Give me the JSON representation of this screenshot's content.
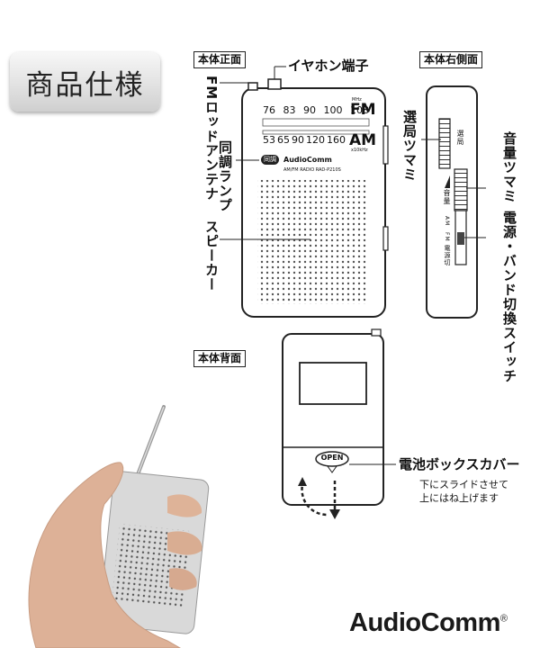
{
  "header": {
    "title": "商品仕様"
  },
  "sections": {
    "front": "本体正面",
    "right_side": "本体右側面",
    "back": "本体背面"
  },
  "callouts": {
    "earphone_jack": "イヤホン端子",
    "fm_antenna": "FMロッドアンテナ",
    "tuning_lamp": "同調ランプ",
    "speaker": "スピーカー",
    "tuning_knob": "選局ツマミ",
    "volume_knob": "音量ツマミ",
    "power_band_switch": "電源・バンド切換スイッチ",
    "battery_cover": "電池ボックスカバー",
    "battery_cover_note_1": "下にスライドさせて",
    "battery_cover_note_2": "上にはね上げます"
  },
  "front_dial": {
    "fm_unit": "MHz",
    "fm_band": "FM",
    "fm_scale": [
      "76",
      "83",
      "90",
      "100",
      "108"
    ],
    "am_scale": [
      "53",
      "65",
      "90",
      "120",
      "160"
    ],
    "am_unit": "x10kHz",
    "am_band": "AM",
    "tuning_badge": "同調",
    "brand": "AudioComm",
    "model": "AM/FM RADIO  RAD-P210S"
  },
  "side_labels": {
    "tuning": "選局",
    "volume": "音量",
    "band_am": "AM",
    "band_fm": "FM",
    "power_off": "電源切"
  },
  "back_panel": {
    "open_label": "OPEN"
  },
  "brand": {
    "name": "AudioComm",
    "mark": "®"
  }
}
